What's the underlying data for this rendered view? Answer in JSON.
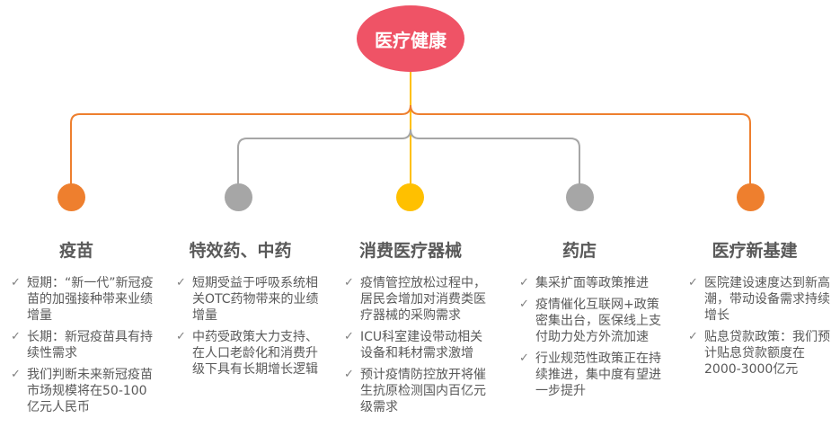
{
  "root": {
    "label": "医疗健康"
  },
  "colors": {
    "root_fill": "#ef5366",
    "orange": "#ee7f2e",
    "gray": "#a6a6a6",
    "yellow": "#ffc000",
    "text": "#595959"
  },
  "columns": [
    {
      "title": "疫苗",
      "color": "#ee7f2e",
      "items": [
        "短期：“新一代”新冠疫苗的加强接种带来业绩增量",
        "长期：新冠疫苗具有持续性需求",
        "我们判断未来新冠疫苗市场规模将在50-100亿元人民币"
      ]
    },
    {
      "title": "特效药、中药",
      "color": "#a6a6a6",
      "items": [
        "短期受益于呼吸系统相关OTC药物带来的业绩增量",
        "中药受政策大力支持、在人口老龄化和消费升级下具有长期增长逻辑"
      ]
    },
    {
      "title": "消费医疗器械",
      "color": "#ffc000",
      "items": [
        "疫情管控放松过程中，居民会增加对消费类医疗器械的采购需求",
        "ICU科室建设带动相关设备和耗材需求激增",
        "预计疫情防控放开将催生抗原检测国内百亿元级需求"
      ]
    },
    {
      "title": "药店",
      "color": "#a6a6a6",
      "items": [
        "集采扩面等政策推进",
        "疫情催化互联网+政策密集出台，医保线上支付助力处方外流加速",
        "行业规范性政策正在持续推进，集中度有望进一步提升"
      ]
    },
    {
      "title": "医疗新基建",
      "color": "#ee7f2e",
      "items": [
        "医院建设速度达到新高潮，带动设备需求持续增长",
        "贴息贷款政策：我们预计贴息贷款额度在2000-3000亿元"
      ]
    }
  ]
}
